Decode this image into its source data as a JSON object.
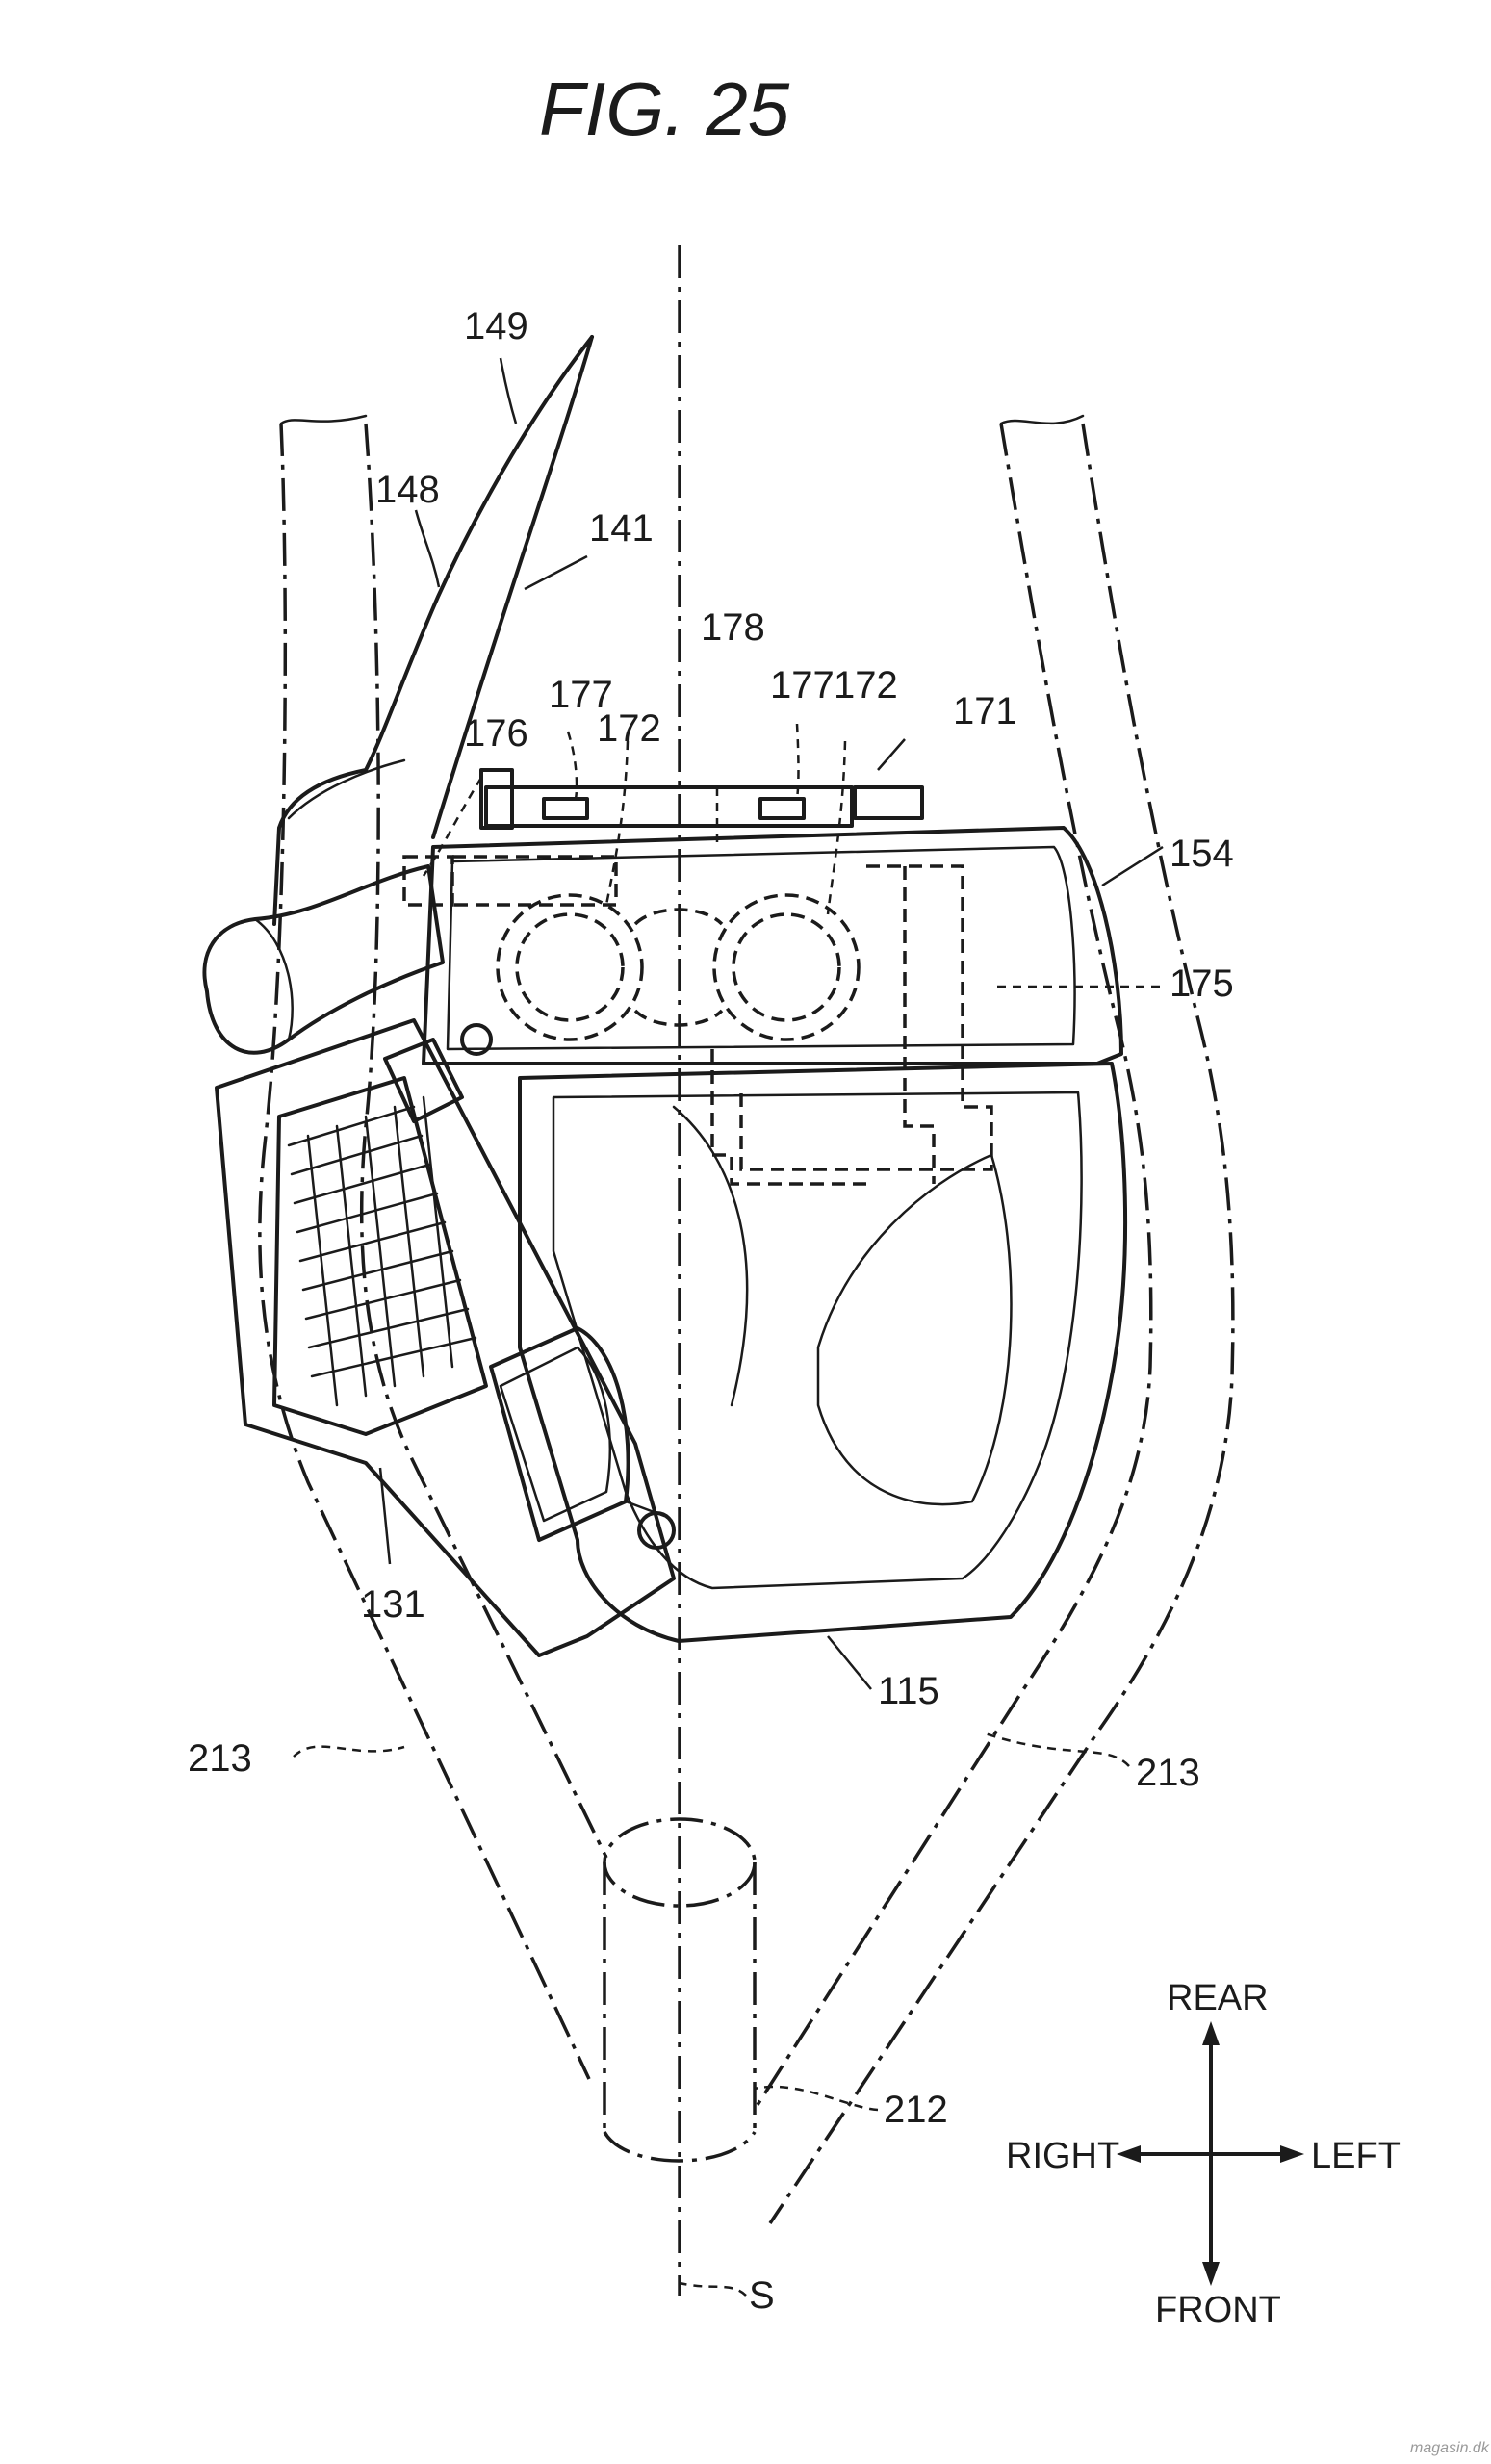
{
  "figure": {
    "title": "FIG. 25"
  },
  "labels": {
    "l149": "149",
    "l148": "148",
    "l141": "141",
    "l178": "178",
    "l177a": "177",
    "l177b": "177",
    "l172a": "172",
    "l172b": "172",
    "l171": "171",
    "l176": "176",
    "l154": "154",
    "l175": "175",
    "l131": "131",
    "l115": "115",
    "l213a": "213",
    "l213b": "213",
    "l212": "212",
    "lS": "S"
  },
  "directions": {
    "rear": "REAR",
    "front": "FRONT",
    "right": "RIGHT",
    "left": "LEFT"
  },
  "watermark": "magasin.dk",
  "colors": {
    "ink": "#1b1b1b",
    "paper": "#ffffff"
  }
}
